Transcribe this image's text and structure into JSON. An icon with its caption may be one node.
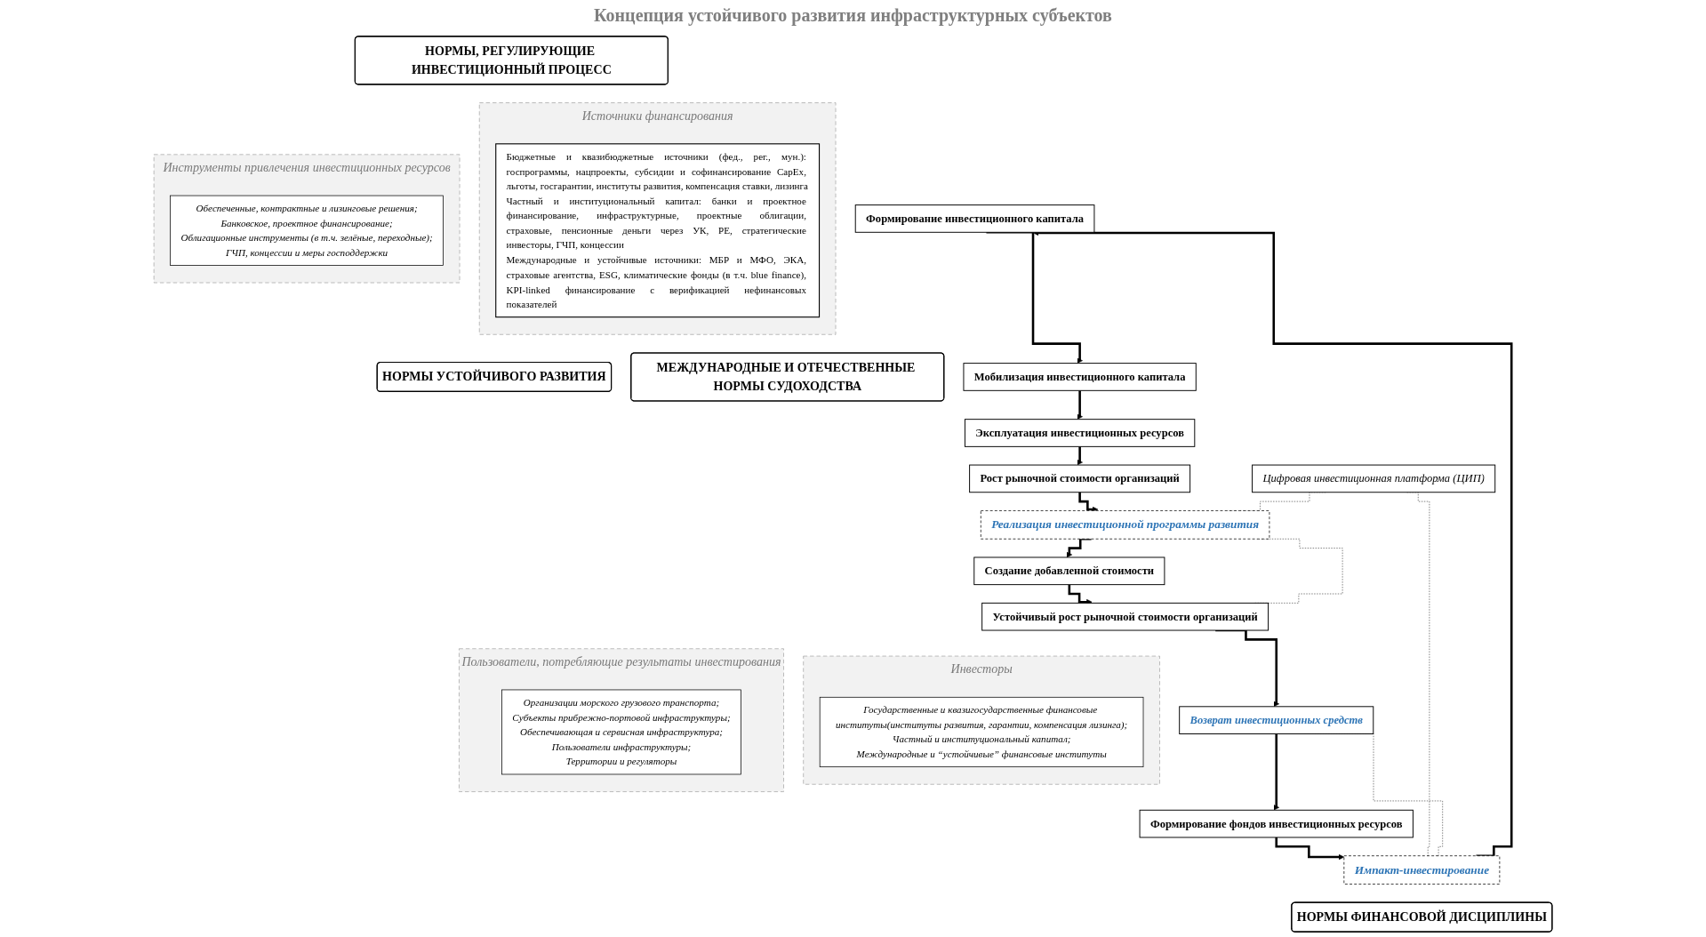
{
  "diagram": {
    "nodes": [
      {
        "text": [
          "НОРМЫ, РЕГУЛИРУЮЩИЕ ИНВЕСТИЦИОННЫЙ ПРОЦЕСС"
        ]
      },
      {
        "text": [
          "НОРМЫ УСТОЙЧИВОГО РАЗВИТИЯ"
        ]
      },
      {
        "text": [
          "МЕЖДУНАРОДНЫЕ И ОТЕЧЕСТВЕННЫЕ НОРМЫ СУДОХОДСТВА"
        ]
      },
      {
        "text": [
          "НОРМЫ ФИНАНСОВОЙ ДИСЦИПЛИНЫ"
        ]
      },
      {
        "text": [
          "Источники финансирования"
        ]
      },
      {
        "text": [
          "Бюджетные и квазибюджетные источники (фед., рег., мун.): госпрограммы, нацпроекты, субсидии и софинансирование CapEx, льготы, госгарантии, институты развития, компенсация ставки, лизинга",
          "Частный и институциональный капитал: банки и проектное финансирование, инфраструктурные, проектные облигации, страховые, пенсионные деньги через УК, PE, стратегические инвесторы, ГЧП, концессии",
          "Международные и устойчивые источники: МБР и МФО, ЭКА, страховые агентства, ESG, климатические фонды (в т.ч. blue finance), KPI-linked финансирование с верификацией нефинансовых показателей"
        ],
        "in": 4
      },
      {
        "text": [
          "Инструменты привлечения инвестиционных ресурсов"
        ]
      },
      {
        "text": [
          "Обеспеченные, контрактные и лизинговые решения;",
          "Банковское, проектное финансирование;",
          "Облигационные инструменты (в т.ч. зелёные, переходные);",
          "ГЧП, концессии и меры господдержки"
        ],
        "in": 6
      },
      {
        "text": [
          "Формирование инвестиционного капитала"
        ]
      },
      {
        "text": [
          "Мобилизация инвестиционного капитала"
        ]
      },
      {
        "text": [
          "Эксплуатация инвестиционных ресурсов"
        ]
      },
      {
        "text": [
          "Рост рыночной стоимости организаций"
        ]
      },
      {
        "text": [
          "Цифровая инвестиционная платформа (ЦИП)"
        ]
      },
      {
        "text": [
          "Импакт-инвестирование"
        ]
      },
      {
        "text": [
          "Реализация инвестиционной программы развития"
        ]
      },
      {
        "text": [
          "Создание добавленной стоимости"
        ]
      },
      {
        "text": [
          "Устойчивый рост рыночной стоимости организаций"
        ]
      },
      {
        "text": [
          "Возврат инвестиционных средств"
        ]
      },
      {
        "text": [
          "Формирование фондов инвестиционных ресурсов"
        ]
      },
      {
        "text": [
          "Инвесторы"
        ]
      },
      {
        "text": [
          "Государственные и квазигосударственные финансовые институты(институты развития, гарантии, компенсация лизинга);",
          "Частный и институциональный капитал;",
          "Международные и “устойчивые” финансовые институты"
        ],
        "in": 19
      },
      {
        "text": [
          "Пользователи, потребляющие результаты инвестирования"
        ]
      },
      {
        "text": [
          "Организации морского грузового транспорта;",
          "Субъекты прибрежно-портовой инфраструктуры;",
          "Обеспечивающая и сервисная инфраструктура;",
          "Пользователи инфраструктуры;",
          "Территории и регуляторы"
        ],
        "in": 21
      }
    ],
    "edges": [
      {
        "from": 8,
        "to": 9,
        "arrow": "to"
      },
      {
        "from": 9,
        "to": 10,
        "arrow": "to"
      },
      {
        "from": 10,
        "to": 11,
        "arrow": "to"
      },
      {
        "from": 11,
        "to": 14,
        "arrow": "to"
      },
      {
        "from": 14,
        "to": 15,
        "arrow": "to"
      },
      {
        "from": 15,
        "to": 16,
        "arrow": "to"
      },
      {
        "from": 16,
        "to": 17,
        "arrow": "to"
      },
      {
        "from": 17,
        "to": 18,
        "arrow": "to"
      },
      {
        "from": 18,
        "to": 13,
        "arrow": "to"
      },
      {
        "from": 13,
        "to": 8,
        "arrow": "to"
      },
      {
        "from": 12,
        "to": 13,
        "arrow": "none",
        "style": "dashed"
      },
      {
        "from": 12,
        "to": 14,
        "arrow": "none",
        "style": "dashed"
      },
      {
        "from": 17,
        "to": 13,
        "arrow": "none",
        "style": "dashed"
      },
      {
        "from": 16,
        "to": 14,
        "arrow": "none",
        "style": "dashed"
      }
    ],
    "labels": [
      "Концепция устойчивого развития инфраструктурных субъектов"
    ]
  }
}
